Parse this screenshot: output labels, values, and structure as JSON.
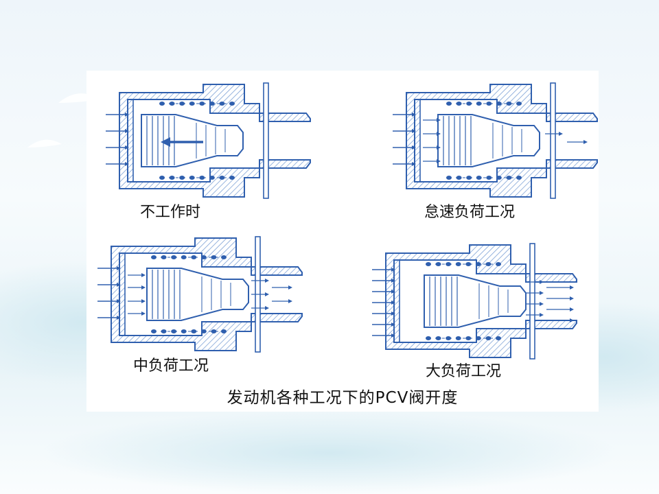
{
  "diagram": {
    "caption": "发动机各种工况下的PCV阀开度",
    "panels": [
      {
        "id": "not-working",
        "label": "不工作时"
      },
      {
        "id": "idle",
        "label": "怠速负荷工况"
      },
      {
        "id": "medium-load",
        "label": "中负荷工况"
      },
      {
        "id": "heavy-load",
        "label": "大负荷工况"
      }
    ]
  },
  "colors": {
    "line": "#2f5fae",
    "hatch": "#7fa3d6",
    "background": "#ffffff"
  }
}
